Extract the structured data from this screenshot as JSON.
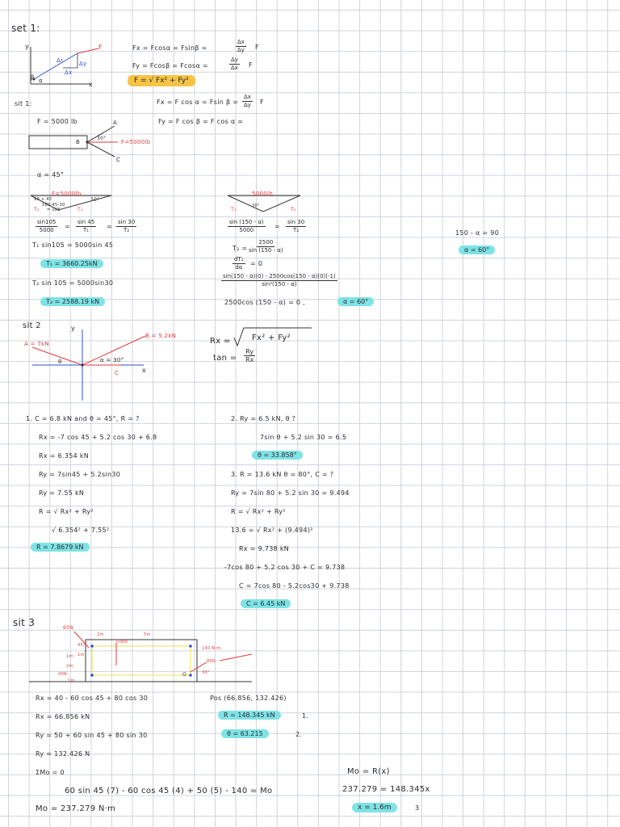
{
  "sit1_header": {
    "title": "set 1:",
    "fx_eq": "Fx = Fcosα = Fsinβ =",
    "fx_frac": {
      "num": "Δx",
      "den": "Δy"
    },
    "fx_tail": "F",
    "fy_eq": "Fy = Fcosβ = Fcosα =",
    "fy_frac": {
      "num": "Δy",
      "den": "Δx"
    },
    "fy_tail": "F",
    "resultant": "F = √ Fx² + Fy²",
    "diagram": {
      "y": "y",
      "x": "x",
      "F": "F",
      "dr": "Δr",
      "dy": "Δy",
      "dx": "Δx",
      "beta": "β",
      "alpha": "α"
    }
  },
  "sit1": {
    "label": "sit 1:",
    "fx_eq": "Fx = F cos α = Fsin β =",
    "fx_frac": {
      "num": "Δx",
      "den": "Δy"
    },
    "fx_tail": "F",
    "fy_eq": "Fy = F cos β = F cos α =",
    "given_F": "F = 5000 lb",
    "diagram": {
      "A": "A",
      "B": "B",
      "C": "C",
      "angle": "30°",
      "force": "F=5000lb"
    },
    "alpha": "α = 45°",
    "left": {
      "tri_force": "F=5000lb",
      "tri_angle_top": "30°",
      "tri_angle_left": "90 + 45",
      "tri_inner": "180-45-30",
      "tri_inner2": "= 105",
      "t1": "T₁",
      "t2": "T₂",
      "f1": {
        "num": "sin105",
        "den": "5000"
      },
      "f2": {
        "num": "sin 45",
        "den": "T₁"
      },
      "f3": {
        "num": "sin 30",
        "den": "T₂"
      },
      "eq1": "T₁ sin105 = 5000sin 45",
      "ans1": "T₁ = 3660.25kN",
      "eq2": "T₂ sin 105 = 5000sin30",
      "ans2": "T₂ = 2588.19 kN"
    },
    "right": {
      "tri_force": "5000lb",
      "t1": "T₁",
      "t2": "T₂",
      "angle": "30°",
      "f1": {
        "num": "sin (150 - α)",
        "den": "5000"
      },
      "f2": {
        "num": "sin 30",
        "den": "T₂"
      },
      "t2_eq": "T₂ =",
      "t2_frac": {
        "num": "2500",
        "den": "sin (150 - α)"
      },
      "deriv_frac": {
        "num": "dT₂",
        "den": "dα"
      },
      "deriv_eq": "= 0",
      "big_frac": {
        "num": "sin(150 - α)(0) - 2500cos(150 - α)(0)(-1)",
        "den": "sin²(150 - α)"
      },
      "final_eq": "2500cos (150 - α) = 0 ,",
      "final_ans": "α = 60°",
      "side_eq": "150 - α = 90",
      "side_ans": "α = 60°"
    }
  },
  "sit2": {
    "label": "sit 2",
    "diagram": {
      "y": "y",
      "x": "x",
      "B": "B = 5.2kN",
      "A": "A = 7kN",
      "theta": "θ",
      "alpha": "α = 30°",
      "C": "C"
    },
    "rx_eq": "Rx =",
    "rx_root": "Fx² + Fy²",
    "tan_eq": "tan =",
    "tan_frac": {
      "num": "Ry",
      "den": "Rx"
    },
    "p1": {
      "head": "1.  C = 6.8 kN  and θ = 45°,  R = ?",
      "l1": "Rx = -7 cos 45 + 5.2 cos 30 + 6.8",
      "l2": "Rx = 6.354 kN",
      "l3": "Ry = 7sin45 + 5.2sin30",
      "l4": "Ry = 7.55 kN",
      "l5": "R = √ Rx² + Ry²",
      "l6": "√ 6.354² + 7.55²",
      "ans": "R = 7.8679 kN"
    },
    "p2": {
      "head": "2.  Ry = 6.5 kN,   θ ?",
      "l1": "7sin θ + 5.2 sin 30 = 6.5",
      "ans": "θ = 33.858°"
    },
    "p3": {
      "head": "3.  R = 13.6 kN   θ = 80°,  C = ?",
      "l1": "Ry = 7sin 80 + 5.2 sin 30 = 9.494",
      "l2": "R = √ Rx² + Ry²",
      "l3": "13.6 = √ Rx² + (9.494)²",
      "l4": "Rx = 9.738 kN",
      "l5": "-7cos 80 + 5.2 cos 30 + C = 9.738",
      "l6": "C = 7cos 80 - 5.2cos30 + 9.738",
      "ans": "C = 6.45 kN"
    }
  },
  "sit3": {
    "label": "sit 3",
    "diagram": {
      "f60": "60N",
      "f50": "50kN",
      "f140": "140 N·m",
      "f80": "80N",
      "f40": "40N",
      "d2m": "2m",
      "d5m": "5m",
      "d1m_a": "1m",
      "d2m_b": "2m",
      "d1m_c": "1m",
      "d1m_d": "1m",
      "a45": "45°",
      "a30": "30°",
      "O": "O"
    },
    "rx1": "Rx = 40 - 60 cos 45 + 80 cos 30",
    "rx2": "Rx = 66.856 kN",
    "ry1": "Ry = 50 + 60 sin 45 + 80 sin 30",
    "ry2": "Ry = 132.426 N",
    "mo": "ΣMo = 0",
    "mo_eq": "60 sin 45 (7) - 60 cos 45 (4) + 50 (5) - 140 = Mo",
    "mo_ans": "Mo = 237.279 N·m",
    "pos": "Pos (66.856, 132.426)",
    "r_ans": "R = 148.345 kN",
    "n1": "1.",
    "theta_ans": "θ = 63.215",
    "n2": "2.",
    "mo_rx": "Mo = R(x)",
    "mo_rx2": "237.279 = 148.345x",
    "x_ans": "x = 1.6m",
    "n3": "3"
  },
  "colors": {
    "grid": "#cfd4da",
    "highlight": "#7fe3e6",
    "highlight_yellow": "#f6c445",
    "ink": "#2b2b2b",
    "red": "#e23b3b",
    "blue": "#2f4fd8"
  }
}
